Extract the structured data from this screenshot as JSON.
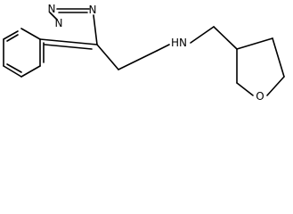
{
  "molecule": {
    "atoms": {
      "n_bridgehead": "N",
      "n2": "N",
      "n3": "N",
      "amine": "HN",
      "ring_oxygen": "O"
    }
  }
}
